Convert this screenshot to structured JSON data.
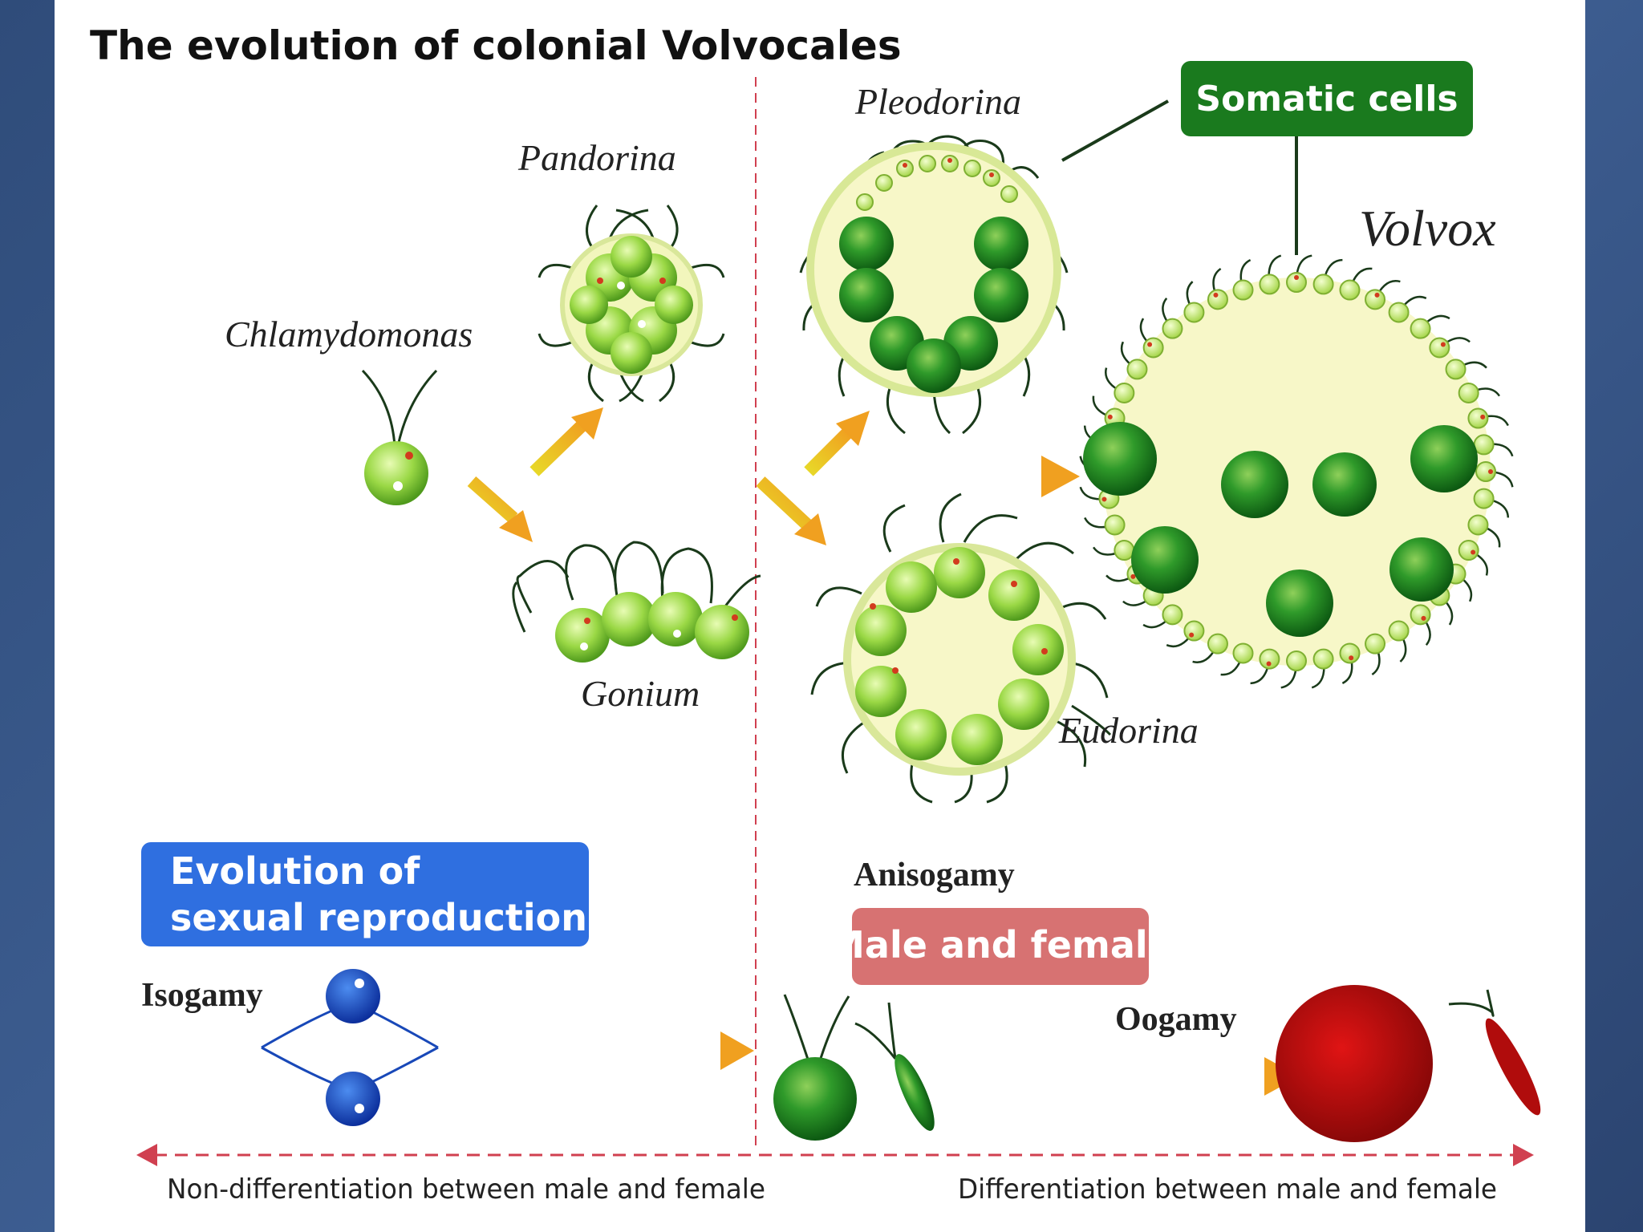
{
  "title": "The evolution of colonial Volvocales",
  "species": {
    "chlamydomonas": "Chlamydomonas",
    "pandorina": "Pandorina",
    "gonium": "Gonium",
    "pleodorina": "Pleodorina",
    "eudorina": "Eudorina",
    "volvox": "Volvox"
  },
  "callout": {
    "somatic_cells": "Somatic cells"
  },
  "sexual": {
    "box_line1": "Evolution of",
    "box_line2": "sexual reproduction",
    "isogamy": "Isogamy",
    "anisogamy": "Anisogamy",
    "male_female": "Male and female",
    "oogamy": "Oogamy"
  },
  "axis": {
    "left": "Non-differentiation between male and female",
    "right": "Differentiation between male and female"
  },
  "colors": {
    "somatic_box": "#1a7a1e",
    "sexual_box": "#2f6fe0",
    "male_female_box": "#d77272",
    "dashed_divider": "#d04050",
    "arrow_orange": "#f0a020",
    "arrow_yellow": "#e8dc20",
    "egg_red": "#b00c0c",
    "isogamete_blue": "#1848b8"
  }
}
